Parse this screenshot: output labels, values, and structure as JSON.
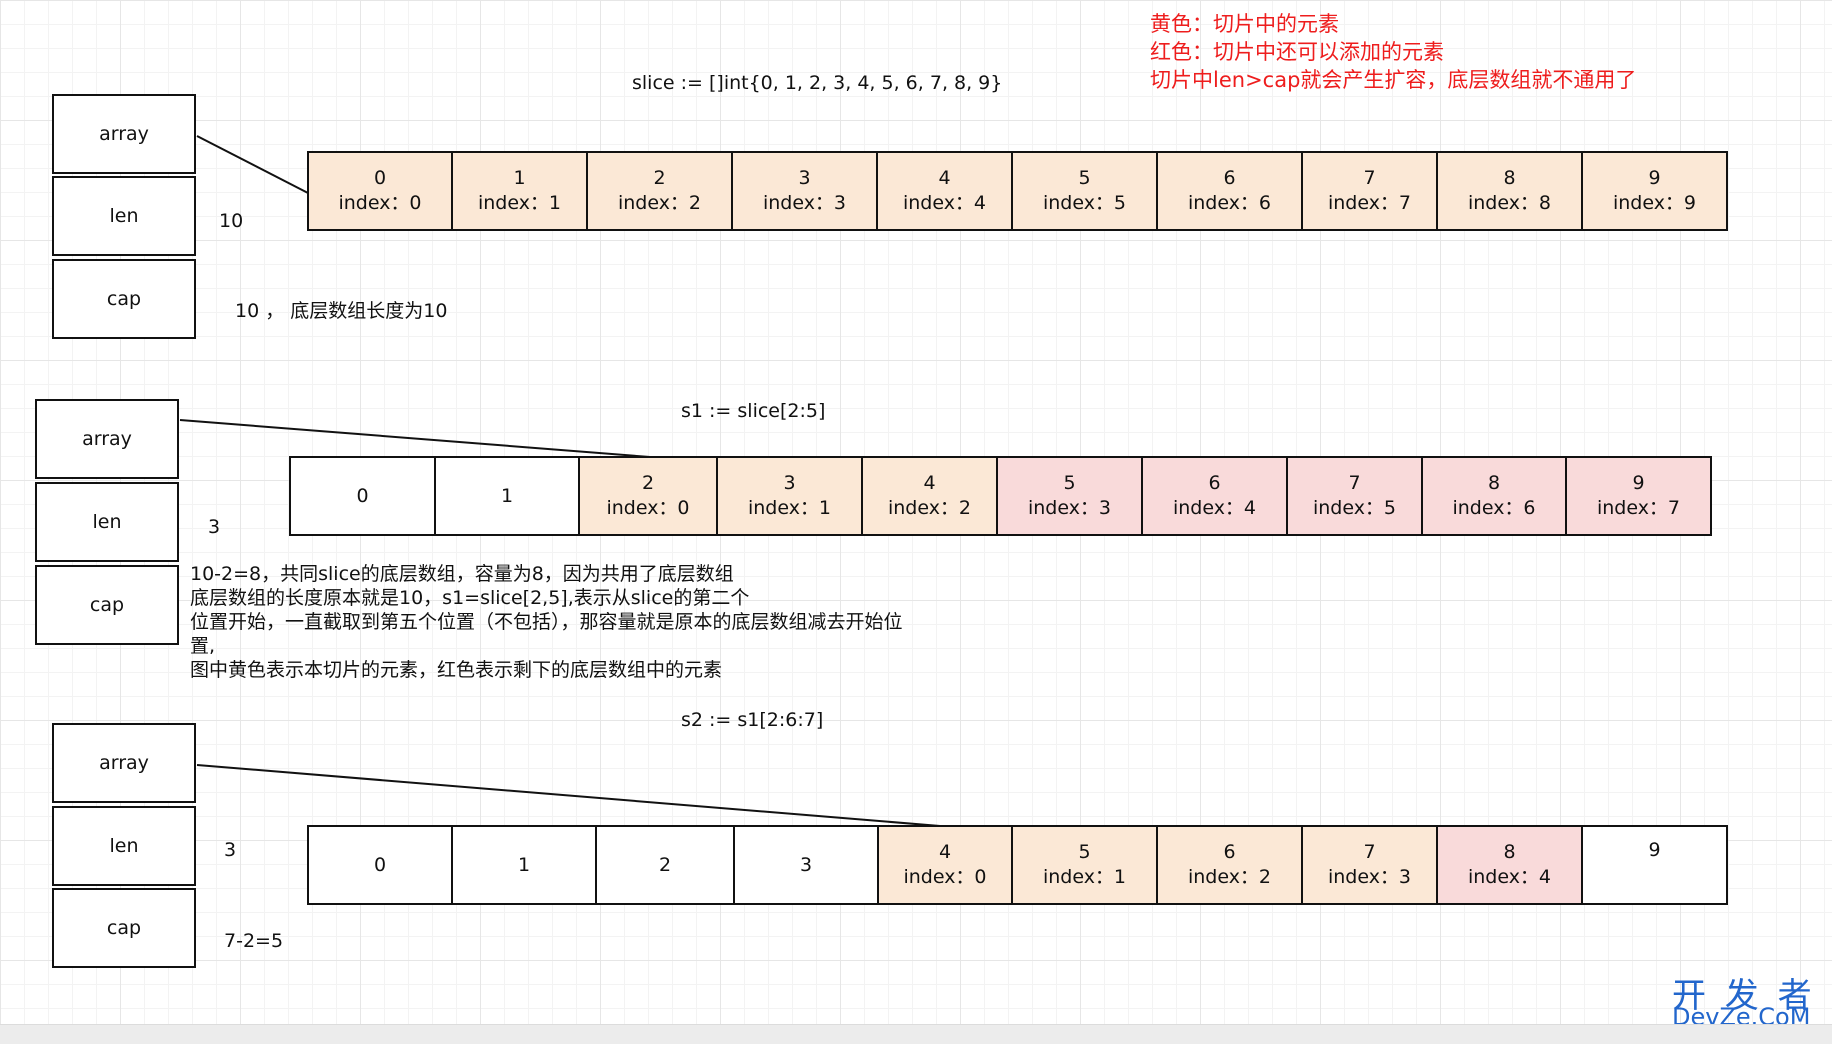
{
  "legend": {
    "line1": "黄色：切片中的元素",
    "line2": "红色：切片中还可以添加的元素",
    "line3": "切片中len>cap就会产生扩容，底层数组就不通用了",
    "color": "#ee1d1d"
  },
  "colors": {
    "yellow": "#fbe8d6",
    "red": "#f9dada",
    "border": "#111111"
  },
  "diagram1": {
    "title": "slice := []int{0, 1, 2, 3, 4, 5, 6, 7, 8, 9}",
    "header": {
      "array": "array",
      "len": "len",
      "cap": "cap"
    },
    "len_value": "10",
    "cap_note": "10 ，  底层数组长度为10",
    "cells": [
      {
        "value": "0",
        "index": "index：0",
        "color": "yellow"
      },
      {
        "value": "1",
        "index": "index：1",
        "color": "yellow"
      },
      {
        "value": "2",
        "index": "index：2",
        "color": "yellow"
      },
      {
        "value": "3",
        "index": "index：3",
        "color": "yellow"
      },
      {
        "value": "4",
        "index": "index：4",
        "color": "yellow"
      },
      {
        "value": "5",
        "index": "index：5",
        "color": "yellow"
      },
      {
        "value": "6",
        "index": "index：6",
        "color": "yellow"
      },
      {
        "value": "7",
        "index": "index：7",
        "color": "yellow"
      },
      {
        "value": "8",
        "index": "index：8",
        "color": "yellow"
      },
      {
        "value": "9",
        "index": "index：9",
        "color": "yellow"
      }
    ]
  },
  "diagram2": {
    "title": "s1 := slice[2:5]",
    "header": {
      "array": "array",
      "len": "len",
      "cap": "cap"
    },
    "len_value": "3",
    "note": [
      "10-2=8，共同slice的底层数组，容量为8，因为共用了底层数组",
      "底层数组的长度原本就是10，s1=slice[2,5],表示从slice的第二个",
      "位置开始，一直截取到第五个位置（不包括），那容量就是原本的底层数组减去开始位",
      "置,",
      "图中黄色表示本切片的元素，红色表示剩下的底层数组中的元素"
    ],
    "cells": [
      {
        "value": "0",
        "index": "",
        "color": "white"
      },
      {
        "value": "1",
        "index": "",
        "color": "white"
      },
      {
        "value": "2",
        "index": "index：0",
        "color": "yellow"
      },
      {
        "value": "3",
        "index": "index：1",
        "color": "yellow"
      },
      {
        "value": "4",
        "index": "index：2",
        "color": "yellow"
      },
      {
        "value": "5",
        "index": "index：3",
        "color": "red"
      },
      {
        "value": "6",
        "index": "index：4",
        "color": "red"
      },
      {
        "value": "7",
        "index": "index：5",
        "color": "red"
      },
      {
        "value": "8",
        "index": "index：6",
        "color": "red"
      },
      {
        "value": "9",
        "index": "index：7",
        "color": "red"
      }
    ]
  },
  "diagram3": {
    "title": "s2 := s1[2:6:7]",
    "header": {
      "array": "array",
      "len": "len",
      "cap": "cap"
    },
    "len_value": "3",
    "cap_value": "7-2=5",
    "cells": [
      {
        "value": "0",
        "index": "",
        "color": "white"
      },
      {
        "value": "1",
        "index": "",
        "color": "white"
      },
      {
        "value": "2",
        "index": "",
        "color": "white"
      },
      {
        "value": "3",
        "index": "",
        "color": "white"
      },
      {
        "value": "4",
        "index": "index：0",
        "color": "yellow"
      },
      {
        "value": "5",
        "index": "index：1",
        "color": "yellow"
      },
      {
        "value": "6",
        "index": "index：2",
        "color": "yellow"
      },
      {
        "value": "7",
        "index": "index：3",
        "color": "yellow"
      },
      {
        "value": "8",
        "index": "index：4",
        "color": "red"
      },
      {
        "value": "9",
        "index": "",
        "color": "white"
      }
    ]
  },
  "watermark": {
    "top": "开 发 者",
    "bottom": "DevZe.CoM"
  }
}
